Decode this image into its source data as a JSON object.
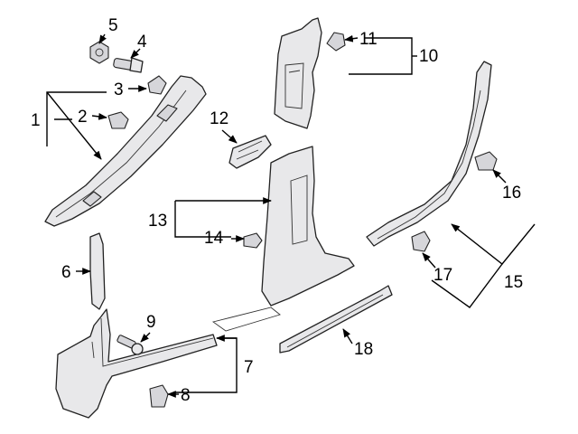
{
  "callouts": {
    "c1": "1",
    "c2": "2",
    "c3": "3",
    "c4": "4",
    "c5": "5",
    "c6": "6",
    "c7": "7",
    "c8": "8",
    "c9": "9",
    "c10": "10",
    "c11": "11",
    "c12": "12",
    "c13": "13",
    "c14": "14",
    "c15": "15",
    "c16": "16",
    "c17": "17",
    "c18": "18"
  },
  "colors": {
    "line": "#000000",
    "part_fill": "#e8e8ea",
    "background": "#ffffff"
  }
}
